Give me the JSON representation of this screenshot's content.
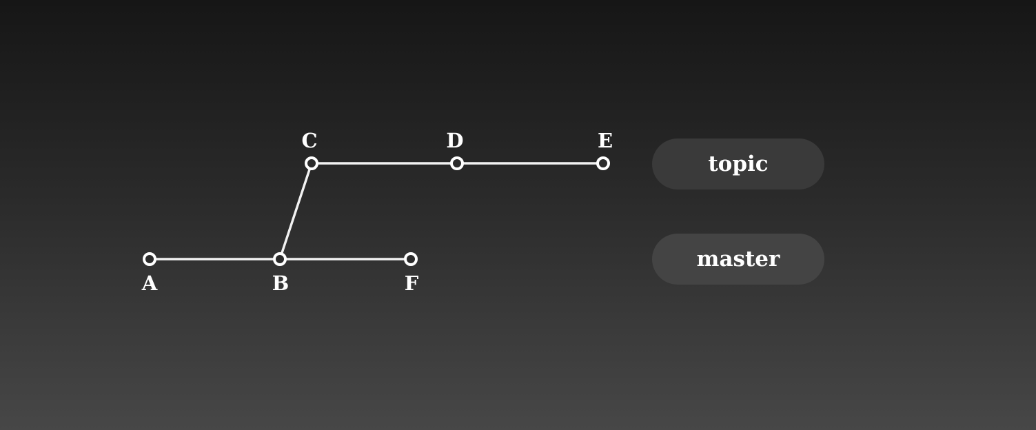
{
  "diagram": {
    "commits": [
      {
        "id": "A",
        "label": "A",
        "branch": "master"
      },
      {
        "id": "B",
        "label": "B",
        "branch": "master"
      },
      {
        "id": "F",
        "label": "F",
        "branch": "master"
      },
      {
        "id": "C",
        "label": "C",
        "branch": "topic"
      },
      {
        "id": "D",
        "label": "D",
        "branch": "topic"
      },
      {
        "id": "E",
        "label": "E",
        "branch": "topic"
      }
    ],
    "edges": [
      {
        "from": "A",
        "to": "B"
      },
      {
        "from": "B",
        "to": "F"
      },
      {
        "from": "B",
        "to": "C"
      },
      {
        "from": "C",
        "to": "D"
      },
      {
        "from": "D",
        "to": "E"
      }
    ]
  },
  "branches": {
    "topic": {
      "label": "topic"
    },
    "master": {
      "label": "master"
    }
  },
  "colors": {
    "line": "#f2f2f2",
    "node_stroke": "#ffffff",
    "pill_background": "#3f3f3f"
  }
}
